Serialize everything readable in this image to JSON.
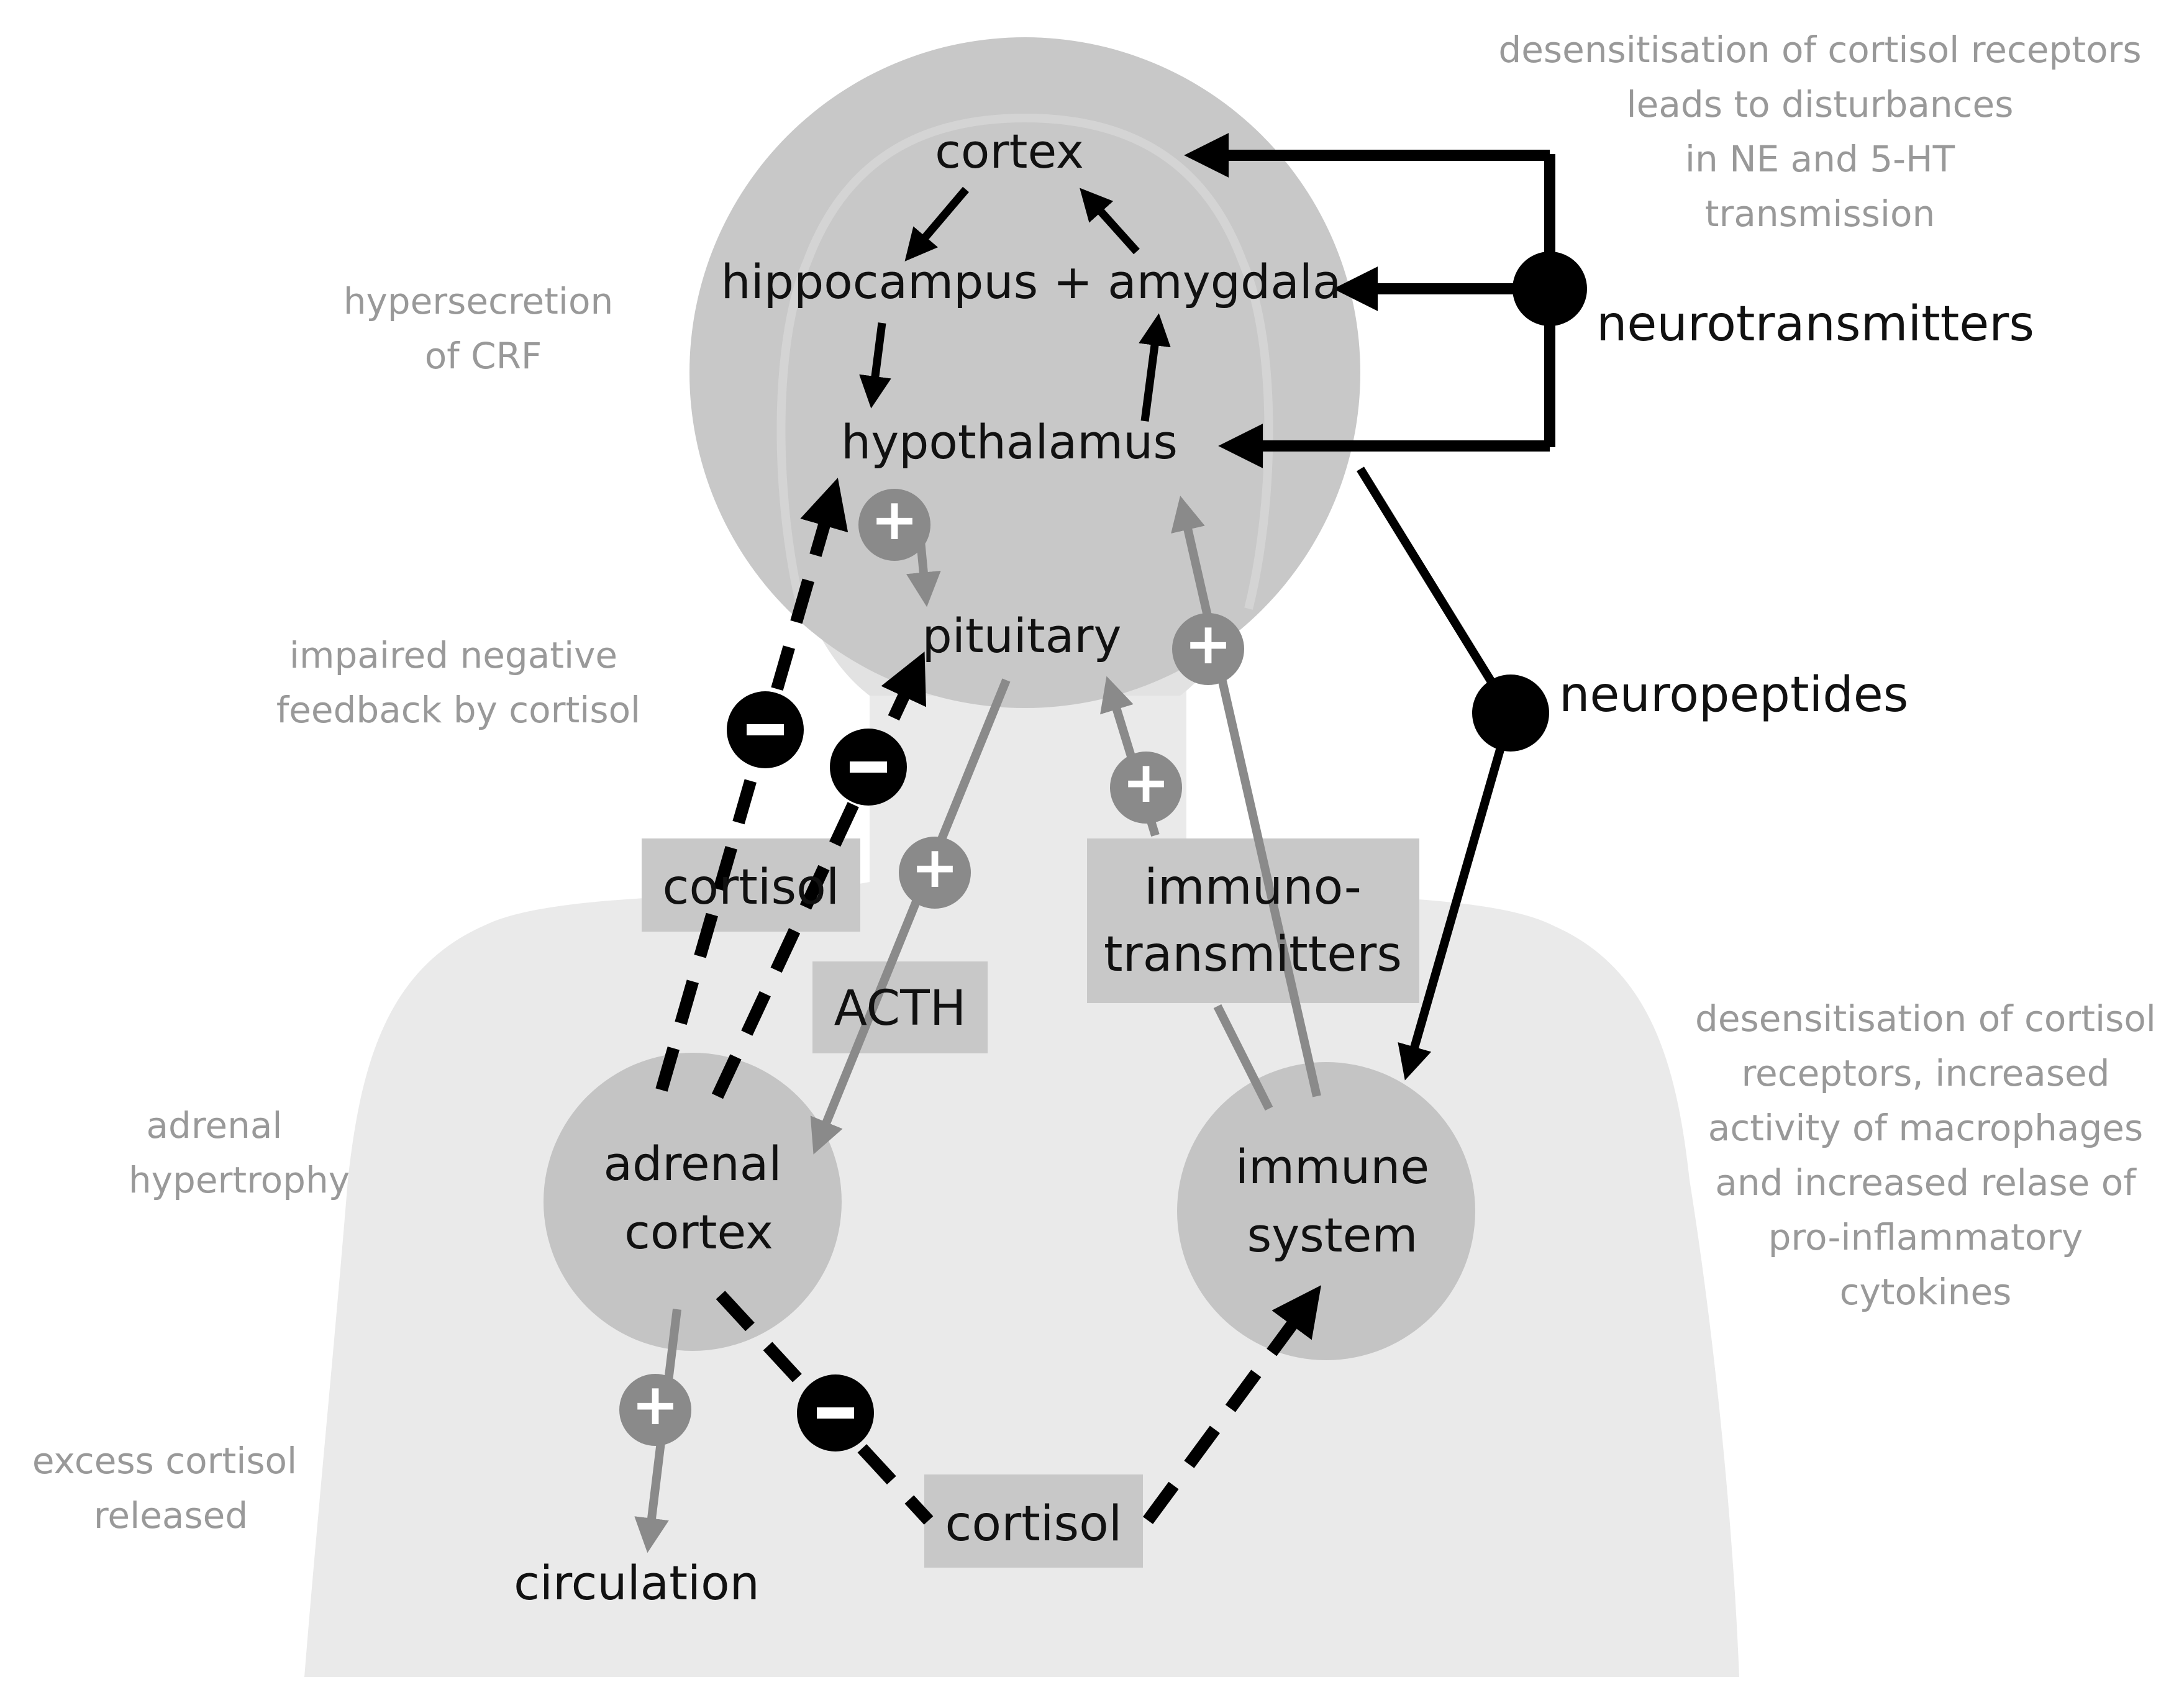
{
  "nodes": {
    "cortex": "cortex",
    "hippocampus_amygdala": "hippocampus + amygdala",
    "hypothalamus": "hypothalamus",
    "pituitary": "pituitary",
    "adrenal_cortex": [
      "adrenal",
      "cortex"
    ],
    "immune_system": [
      "immune",
      "system"
    ],
    "circulation": "circulation"
  },
  "boxes": {
    "cortisol_upper": "cortisol",
    "acth": "ACTH",
    "immunotransmitters": [
      "immuno-",
      "transmitters"
    ],
    "cortisol_lower": "cortisol"
  },
  "side_labels": {
    "neurotransmitters": "neurotransmitters",
    "neuropeptides": "neuropeptides"
  },
  "notes": {
    "top_right": [
      "desensitisation of cortisol receptors",
      "leads to disturbances",
      "in NE and 5-HT",
      "transmission"
    ],
    "hypersecretion": [
      "hypersecretion",
      "of CRF"
    ],
    "impaired_feedback": [
      "impaired negative",
      "feedback by cortisol"
    ],
    "adrenal_hypertrophy": [
      "adrenal",
      "hypertrophy"
    ],
    "excess_cortisol": [
      "excess cortisol",
      "released"
    ],
    "bottom_right": [
      "desensitisation of cortisol",
      "receptors, increased",
      "activity of macrophages",
      "and increased relase of",
      "pro-inflammatory",
      "cytokines"
    ]
  },
  "signs": {
    "plus": "+",
    "minus": "−"
  },
  "colors": {
    "silhouette": "#eaeaea",
    "head_circle": "#c8c8c8",
    "organ_circle": "#c4c4c4",
    "box_fill": "#c8c8c8",
    "black_arrow": "#000000",
    "grey_arrow": "#8a8a8a",
    "note_text": "#999999"
  }
}
